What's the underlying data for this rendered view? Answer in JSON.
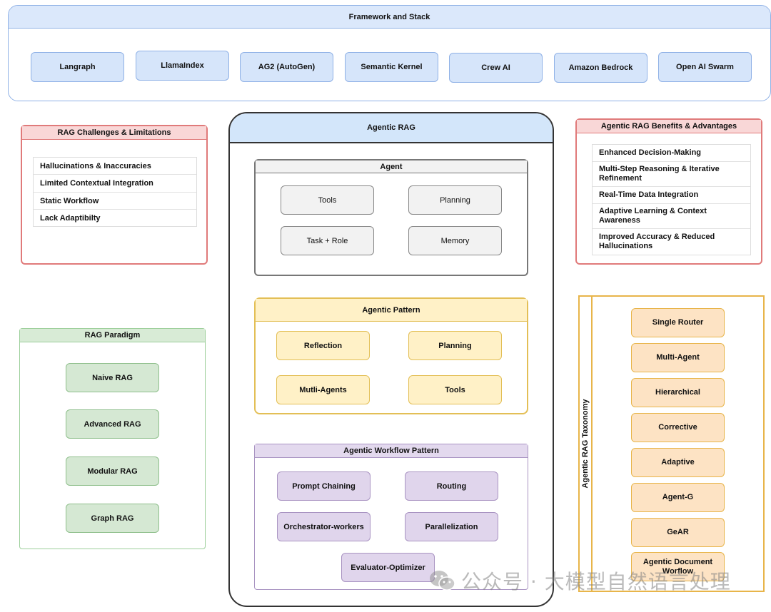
{
  "framework": {
    "title": "Framework and Stack",
    "items": [
      "Langraph",
      "LlamaIndex",
      "AG2 (AutoGen)",
      "Semantic Kernel",
      "Crew AI",
      "Amazon Bedrock",
      "Open AI Swarm"
    ]
  },
  "challenges": {
    "title": "RAG Challenges & Limitations",
    "items": [
      "Hallucinations & Inaccuracies",
      "Limited Contextual Integration",
      "Static Workflow",
      "Lack Adaptibilty"
    ]
  },
  "paradigm": {
    "title": "RAG Paradigm",
    "items": [
      "Naive RAG",
      "Advanced RAG",
      "Modular RAG",
      "Graph RAG"
    ]
  },
  "agentic_rag": {
    "title": "Agentic RAG",
    "agent": {
      "title": "Agent",
      "items": [
        "Tools",
        "Planning",
        "Task + Role",
        "Memory"
      ]
    },
    "pattern": {
      "title": "Agentic Pattern",
      "items": [
        "Reflection",
        "Planning",
        "Mutli-Agents",
        "Tools"
      ]
    },
    "workflow": {
      "title": "Agentic Workflow Pattern",
      "items": [
        "Prompt Chaining",
        "Routing",
        "Orchestrator-workers",
        "Parallelization",
        "Evaluator-Optimizer"
      ]
    }
  },
  "benefits": {
    "title": "Agentic RAG Benefits & Advantages",
    "items": [
      "Enhanced Decision-Making",
      "Multi-Step Reasoning & Iterative Refinement",
      "Real-Time Data Integration",
      "Adaptive Learning & Context Awareness",
      "Improved Accuracy & Reduced Hallucinations"
    ]
  },
  "taxonomy": {
    "title": "Agentic RAG Taxonomy",
    "items": [
      "Single Router",
      "Multi-Agent",
      "Hierarchical",
      "Corrective",
      "Adaptive",
      "Agent-G",
      "GeAR",
      "Agentic Document Worflow"
    ]
  },
  "watermark": {
    "text": "公众号 · 大模型自然语言处理",
    "icon": "wechat-icon"
  }
}
